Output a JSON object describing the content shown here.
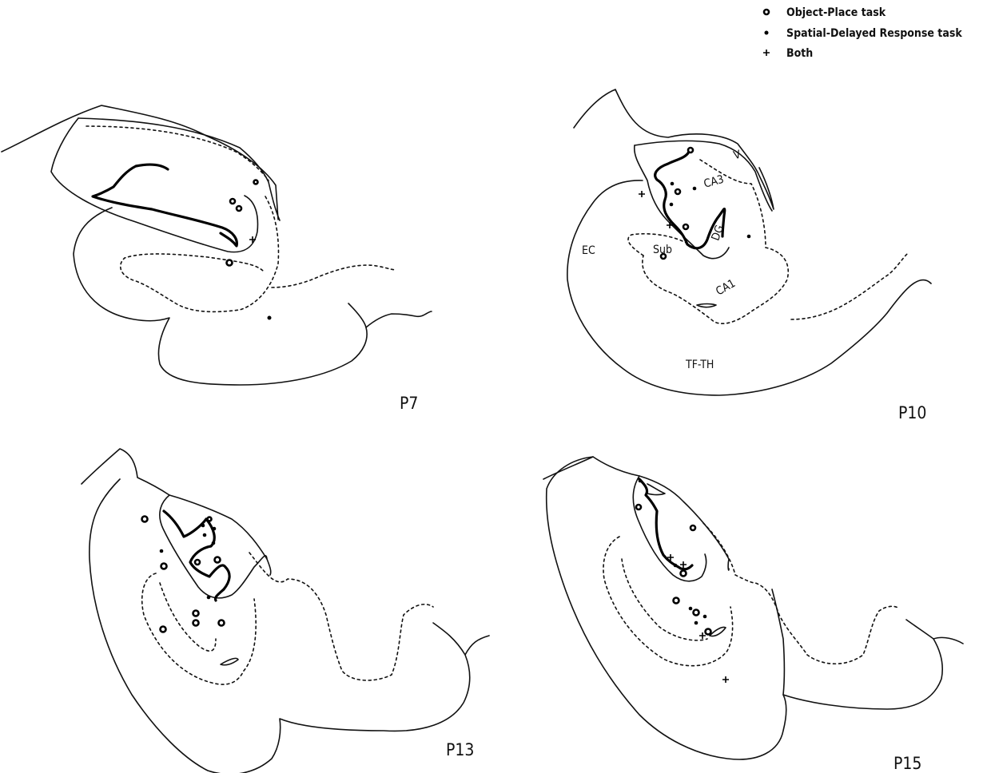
{
  "legend": {
    "items": [
      {
        "symbol": "ring",
        "label": "Object-Place task"
      },
      {
        "symbol": "dot",
        "label": "Spatial-Delayed Response task"
      },
      {
        "symbol": "plus",
        "label": "Both"
      }
    ]
  },
  "panels": [
    {
      "id": "P7",
      "label": "P7"
    },
    {
      "id": "P10",
      "label": "P10"
    },
    {
      "id": "P13",
      "label": "P13"
    },
    {
      "id": "P15",
      "label": "P15"
    }
  ],
  "region_labels": {
    "V": "V",
    "CA3": "CA3",
    "DG": "DG",
    "EC": "EC",
    "Sub": "Sub",
    "CA1": "CA1",
    "TF_TH": "TF-TH"
  }
}
